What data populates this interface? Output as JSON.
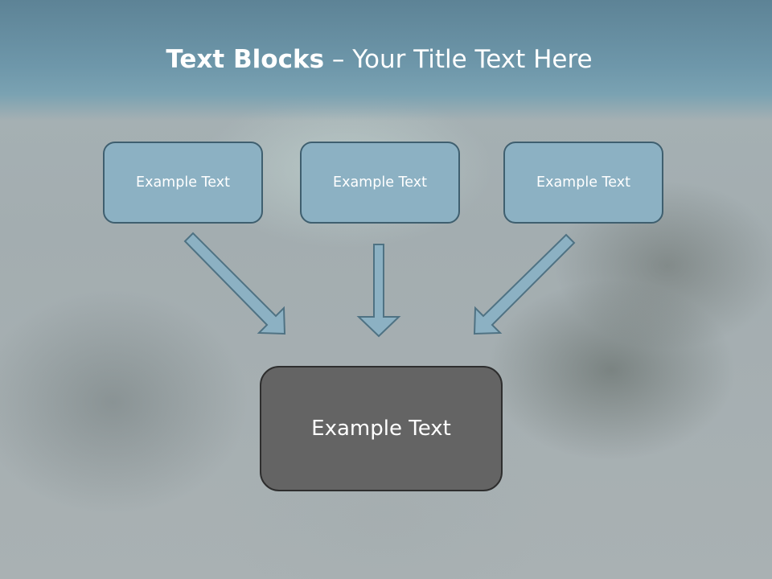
{
  "title": {
    "bold": "Text Blocks",
    "rest": " – Your Title Text Here"
  },
  "boxes": [
    {
      "label": "Example Text"
    },
    {
      "label": "Example Text"
    },
    {
      "label": "Example Text"
    }
  ],
  "result_box": {
    "label": "Example Text"
  },
  "colors": {
    "title_band": "#6e97aa",
    "box_fill": "#8cb1c3",
    "box_border": "#3f5f6f",
    "result_fill": "#646464",
    "arrow_fill": "#8cb1c3",
    "arrow_stroke": "#4f7283"
  }
}
